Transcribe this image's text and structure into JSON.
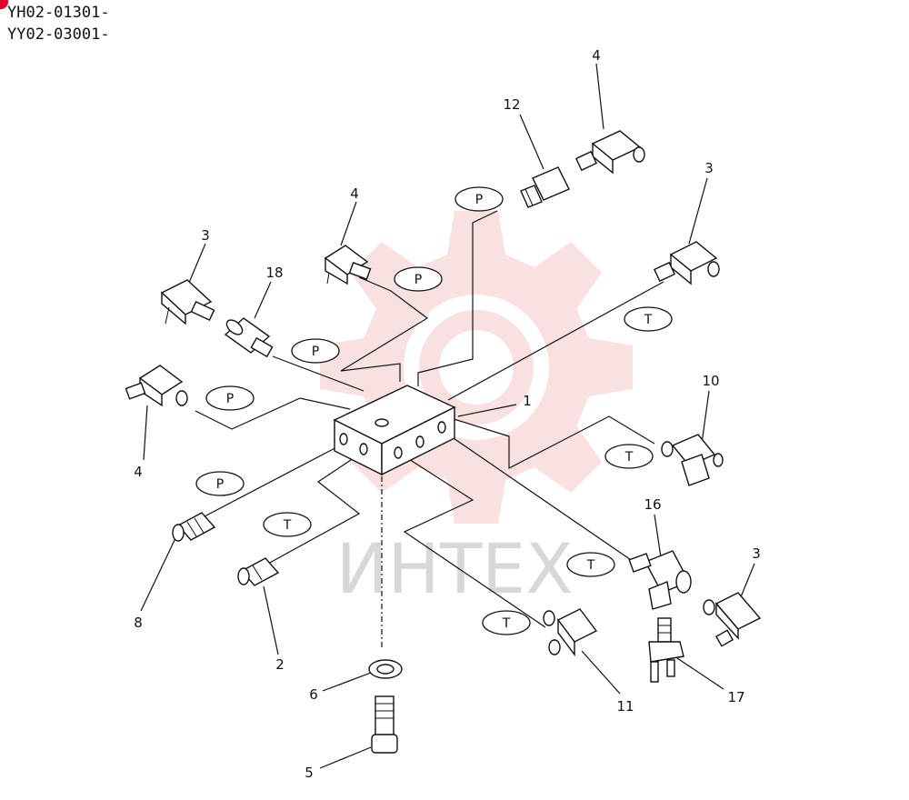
{
  "header": {
    "line1": "YH02-01301-",
    "line2": "YY02-03001-"
  },
  "watermark": {
    "text": "ИНТЕХ",
    "color": "#f4b6b6"
  },
  "port_labels": {
    "p_top_right": "P",
    "p_upper_mid": "P",
    "p_mid_left": "P",
    "p_left": "P",
    "p_lower_left": "P",
    "t_upper_right": "T",
    "t_right": "T",
    "t_lower_left": "T",
    "t_lower_right": "T",
    "t_bottom_mid": "T"
  },
  "callouts": {
    "n1": "1",
    "n2": "2",
    "n3_left": "3",
    "n3_top_right": "3",
    "n3_bottom_right": "3",
    "n4_top_right": "4",
    "n4_upper_mid": "4",
    "n4_left": "4",
    "n5": "5",
    "n6": "6",
    "n8": "8",
    "n10": "10",
    "n11": "11",
    "n12": "12",
    "n16": "16",
    "n17": "17",
    "n18": "18"
  },
  "colors": {
    "line": "#111111",
    "marker": "#e0002a"
  }
}
